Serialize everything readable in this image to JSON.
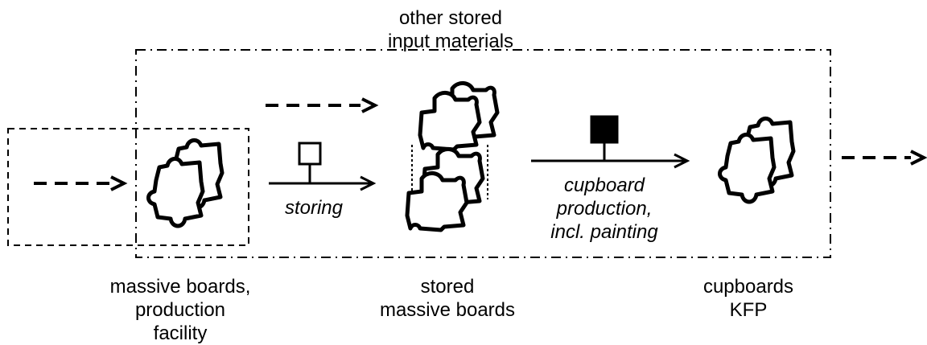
{
  "labels": {
    "other_inputs": [
      "other stored",
      "input materials"
    ],
    "storing": "storing",
    "cupboard_process": [
      "cupboard",
      "production,",
      "incl. painting"
    ],
    "massive_boards": [
      "massive boards,",
      "production",
      "facility"
    ],
    "stored_boards": [
      "stored",
      "massive boards"
    ],
    "cupboards": [
      "cupboards",
      "KFP"
    ]
  },
  "colors": {
    "stroke": "#000000",
    "background": "#ffffff",
    "filled_process": "#000000"
  }
}
